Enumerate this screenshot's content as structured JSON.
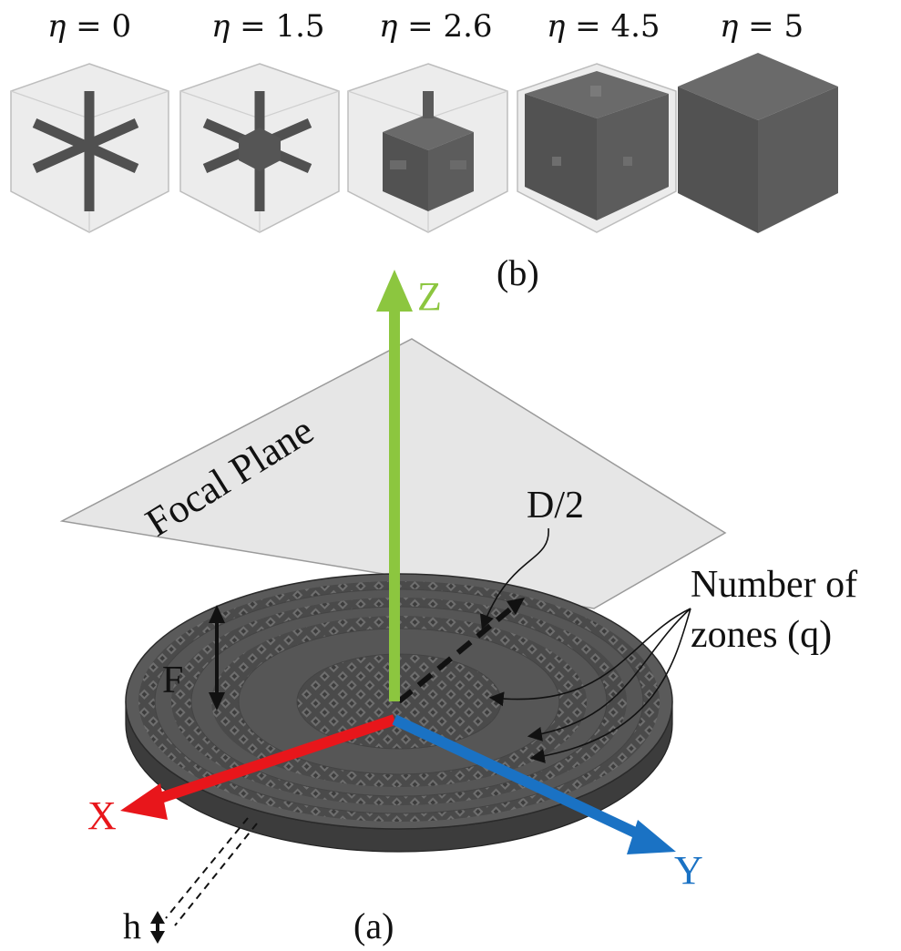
{
  "figure": {
    "panel_b": {
      "caption": "(b)",
      "cells": [
        {
          "symbol": "η",
          "value": "0"
        },
        {
          "symbol": "η",
          "value": "1.5"
        },
        {
          "symbol": "η",
          "value": "2.6"
        },
        {
          "symbol": "η",
          "value": "4.5"
        },
        {
          "symbol": "η",
          "value": "5"
        }
      ]
    },
    "panel_a": {
      "caption": "(a)",
      "focal_plane_label": "Focal Plane",
      "axis_labels": {
        "x": "X",
        "y": "Y",
        "z": "Z"
      },
      "axis_colors": {
        "x": "#e8161b",
        "y": "#1a72c4",
        "z": "#8cc63f"
      },
      "radius_label": "D/2",
      "zones_label": [
        "Number of",
        "zones (q)"
      ],
      "focal_length_label": "F",
      "thickness_label": "h"
    }
  }
}
